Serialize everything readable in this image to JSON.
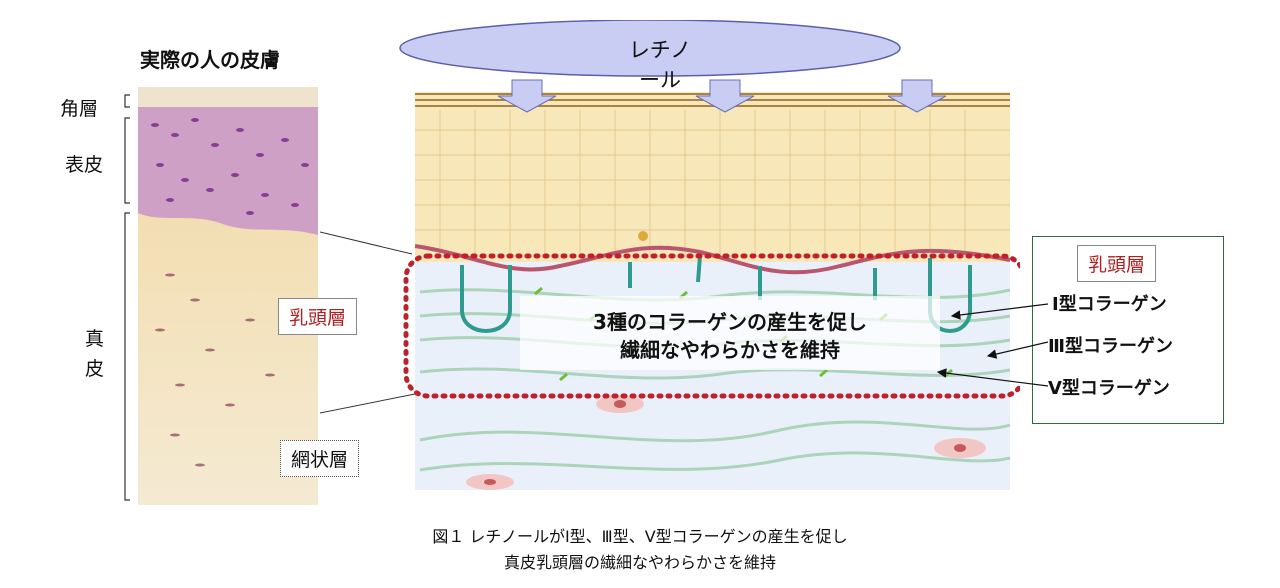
{
  "photo": {
    "title": "実際の人の皮膚",
    "labels": {
      "stratum_corneum": "角層",
      "epidermis": "表皮",
      "dermis": "真皮"
    },
    "papillary_layer": "乳頭層",
    "reticular_layer": "網状層"
  },
  "diagram": {
    "retinol": "レチノール",
    "overlay_line1": "3種のコラーゲンの産生を促し",
    "overlay_line2": "繊細なやわらかさを維持"
  },
  "legend": {
    "title": "乳頭層",
    "items": [
      "Ⅰ型コラーゲン",
      "Ⅲ型コラーゲン",
      "Ⅴ型コラーゲン"
    ]
  },
  "caption": {
    "line1": "図１ レチノールがⅠ型、Ⅲ型、Ⅴ型コラーゲンの産生を促し",
    "line2": "真皮乳頭層の繊細なやわらかさを維持"
  },
  "colors": {
    "epidermis": "#f8e7b8",
    "dermis": "#e9eff8",
    "collagen": "#a6d0b5",
    "papilla": "#2f9b8f",
    "basement": "#b8566e",
    "dotted_frame": "#c0202a",
    "retinol_ellipse": "#c9cdf3"
  }
}
